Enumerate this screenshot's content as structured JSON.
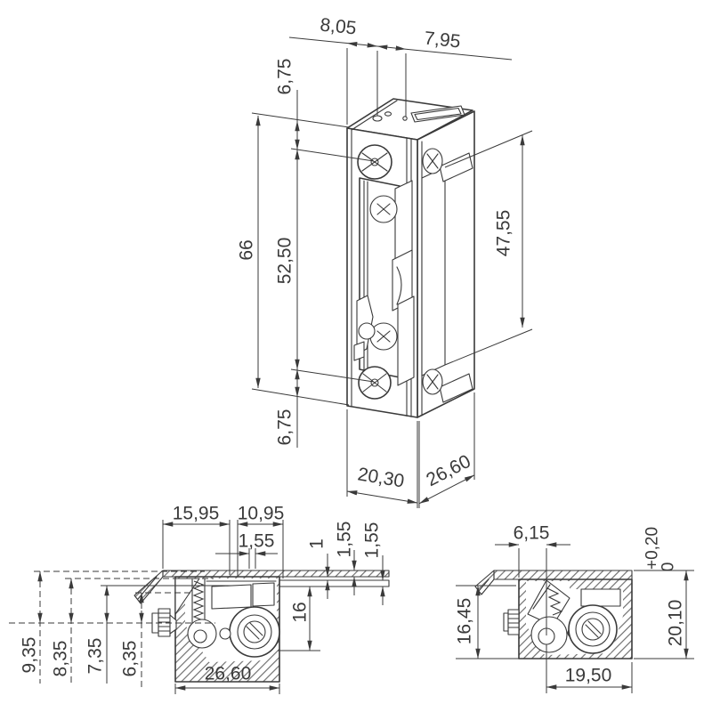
{
  "drawing": {
    "background": "#ffffff",
    "line_color": "#3a3a3a",
    "type": "technical-dimension-drawing",
    "views": {
      "main": {
        "name": "isometric-view",
        "dims": {
          "top_width_left": "8,05",
          "top_width_right": "7,95",
          "offset_top": "6,75",
          "total_height": "66",
          "screw_spacing": "52,50",
          "offset_bottom": "6,75",
          "side_opening_height": "47,55",
          "body_width": "20,30",
          "body_depth": "26,60"
        }
      },
      "section_left": {
        "name": "horizontal-section-view",
        "dims": {
          "plate_left": "15,95",
          "plate_right": "10,95",
          "lip_offset": "1,55",
          "plate_thickness": "1,55",
          "gap": "1",
          "frame_thickness": "1,55",
          "pocket_depth": "16",
          "body_width": "26,60",
          "axis_offset_1": "9,35",
          "axis_offset_2": "8,35",
          "axis_offset_3": "7,35",
          "axis_offset_4": "6,35"
        }
      },
      "section_right": {
        "name": "vertical-section-view",
        "dims": {
          "latch_offset": "6,15",
          "tolerance_plus": "+0,20",
          "tolerance_zero": "0",
          "body_height": "20,10",
          "pocket_height": "16,45",
          "body_width": "19,50"
        }
      }
    }
  }
}
